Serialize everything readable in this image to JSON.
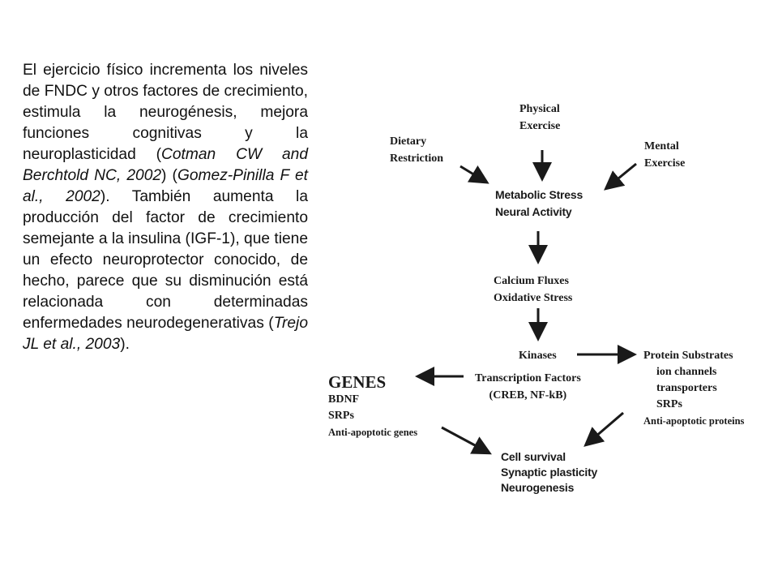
{
  "paragraph": {
    "p1": "El ejercicio físico incrementa los niveles de FNDC y otros factores de crecimiento, estimula la neurogénesis, mejora funciones cognitivas y la neuroplasticidad (",
    "cite1": "Cotman CW and Berchtold NC, 2002",
    "p2": ") (",
    "cite2": "Gomez-Pinilla F et al., 2002",
    "p3": "). También aumenta la producción del factor de crecimiento semejante a la insulina (IGF-1), que tiene un efecto neuroprotector conocido, de hecho, parece que su disminución está relacionada con determinadas enfermedades neurodegenerativas (",
    "cite3": "Trejo JL et al., 2003",
    "p4": ")."
  },
  "diagram": {
    "physical_exercise": [
      "Physical",
      "Exercise"
    ],
    "dietary_restriction": [
      "Dietary",
      "Restriction"
    ],
    "mental_exercise": [
      "Mental",
      "Exercise"
    ],
    "metabolic_stress": [
      "Metabolic Stress",
      "Neural Activity"
    ],
    "calcium_fluxes": [
      "Calcium Fluxes",
      "Oxidative Stress"
    ],
    "kinases": "Kinases",
    "transcription_factors": [
      "Transcription Factors",
      "(CREB, NF-kB)"
    ],
    "protein_substrates": {
      "title": "Protein Substrates",
      "items": [
        "ion channels",
        "transporters",
        "SRPs"
      ],
      "footer": "Anti-apoptotic proteins"
    },
    "genes": {
      "title": "GENES",
      "items": [
        "BDNF",
        "SRPs"
      ],
      "footer": "Anti-apoptotic genes"
    },
    "outcomes": [
      "Cell survival",
      "Synaptic plasticity",
      "Neurogenesis"
    ]
  }
}
